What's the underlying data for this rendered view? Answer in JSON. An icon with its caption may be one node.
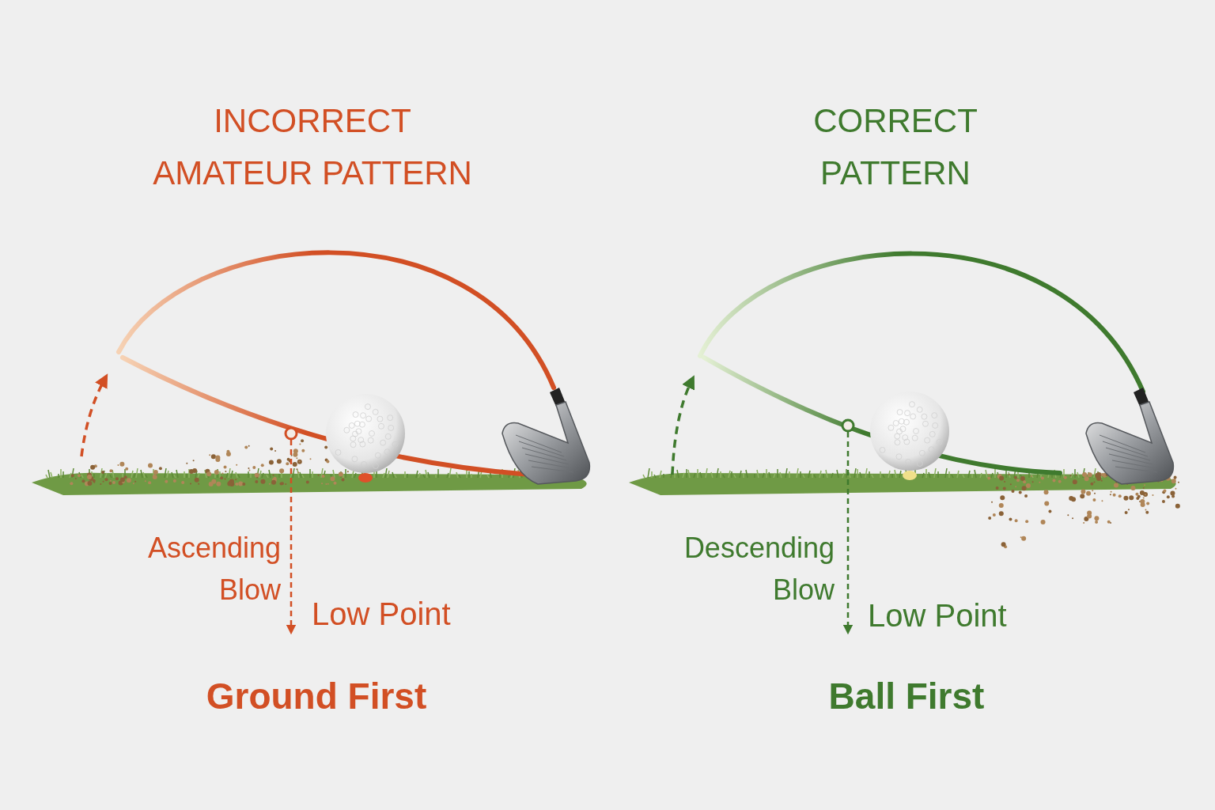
{
  "diagram": {
    "labels": [
      "INCORRECT AMATEUR PATTERN",
      "CORRECT PATTERN",
      "Ascending Blow",
      "Descending Blow",
      "Low Point",
      "Low Point",
      "Ground First",
      "Ball First"
    ]
  }
}
